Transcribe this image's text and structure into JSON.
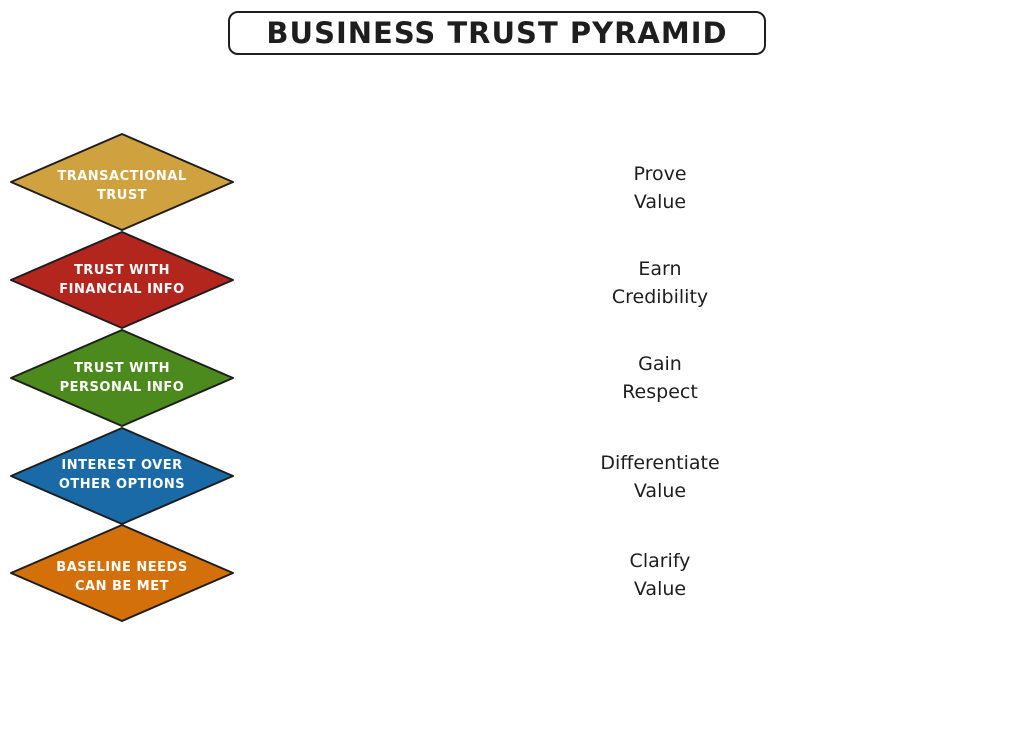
{
  "title": "BUSINESS TRUST PYRAMID",
  "levels": [
    {
      "label": "TRANSACTIONAL\nTRUST",
      "action": "Prove\nValue",
      "color": "#d0a13f"
    },
    {
      "label": "TRUST WITH\nFINANCIAL INFO",
      "action": "Earn\nCredibility",
      "color": "#b3261e"
    },
    {
      "label": "TRUST WITH\nPERSONAL INFO",
      "action": "Gain\nRespect",
      "color": "#4c8a1e"
    },
    {
      "label": "INTEREST OVER\nOTHER OPTIONS",
      "action": "Differentiate\nValue",
      "color": "#1a6aa8"
    },
    {
      "label": "BASELINE NEEDS\nCAN BE MET",
      "action": "Clarify\nValue",
      "color": "#d4700a"
    }
  ]
}
